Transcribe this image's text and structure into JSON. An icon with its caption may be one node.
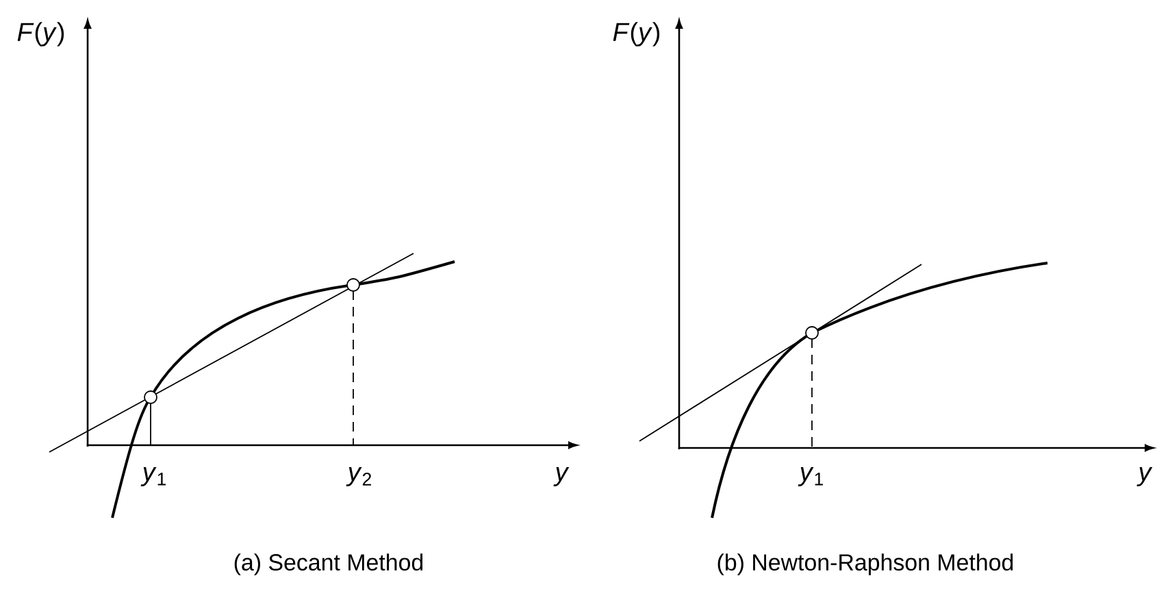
{
  "diagram": {
    "labels": [
      "*F*(*y*)",
      "*F*(*y*)",
      "*y*$_{1}$",
      "*y*$_{2}$",
      "y",
      "*y*$_{1}$",
      "y",
      "(a) Secant Method",
      "(b) Newton-Raphson Method"
    ]
  }
}
